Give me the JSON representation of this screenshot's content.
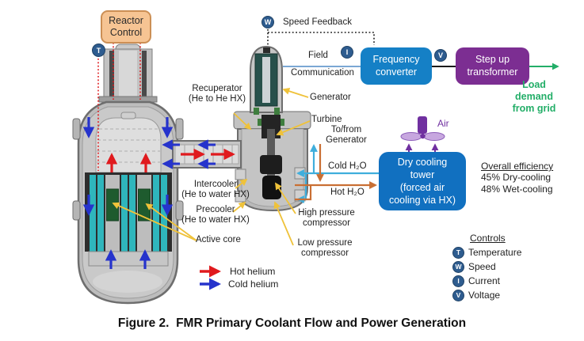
{
  "caption": "Figure 2.  FMR Primary Coolant Flow and Power Generation",
  "reactor": {
    "control_label": "Reactor\nControl"
  },
  "power_train": {
    "speed_feedback": "Speed Feedback",
    "field": "Field",
    "communication": "Communication",
    "frequency_converter": "Frequency\nconverter",
    "step_up_transformer": "Step up\ntransformer",
    "load_demand": "Load\ndemand\nfrom grid"
  },
  "labels": {
    "recuperator": "Recuperator\n(He to He HX)",
    "generator": "Generator",
    "turbine": "Turbine",
    "to_from_generator": "To/from\nGenerator",
    "cold_h2o": "Cold H₂O",
    "hot_h2o": "Hot H₂O",
    "intercooler": "Intercooler\n(He to water HX)",
    "precooler": "Precooler\n(He to water HX)",
    "active_core": "Active core",
    "high_pressure_compressor": "High pressure\ncompressor",
    "low_pressure_compressor": "Low pressure\ncompressor",
    "air": "Air"
  },
  "cooling": {
    "dry_cooling_tower": "Dry cooling\ntower\n(forced air\ncooling via HX)",
    "efficiency_heading": "Overall efficiency",
    "efficiency_lines": [
      "45% Dry-cooling",
      "48% Wet-cooling"
    ]
  },
  "helium_legend": {
    "hot": "Hot helium",
    "cold": "Cold helium"
  },
  "controls_legend": {
    "heading": "Controls",
    "items": [
      {
        "letter": "T",
        "label": "Temperature"
      },
      {
        "letter": "W",
        "label": "Speed"
      },
      {
        "letter": "I",
        "label": "Current"
      },
      {
        "letter": "V",
        "label": "Voltage"
      }
    ]
  },
  "badges": {
    "t": "T",
    "w": "W",
    "i": "I",
    "v": "V"
  },
  "colors": {
    "hot_helium_red": "#E01A1E",
    "cold_helium_blue": "#2633CC",
    "cold_water_cyan": "#3FAEDC",
    "hot_water_orange": "#C96F33",
    "control_badge_navy": "#2E5C8F",
    "frequency_converter_blue": "#1580C6",
    "transformer_purple": "#7C2E92",
    "cooling_tower_blue": "#1170C0",
    "reactor_control_peach": "#F6C493",
    "grid_green": "#23AE68",
    "pointer_yellow": "#EFC23A",
    "air_purple": "#7030A0"
  }
}
